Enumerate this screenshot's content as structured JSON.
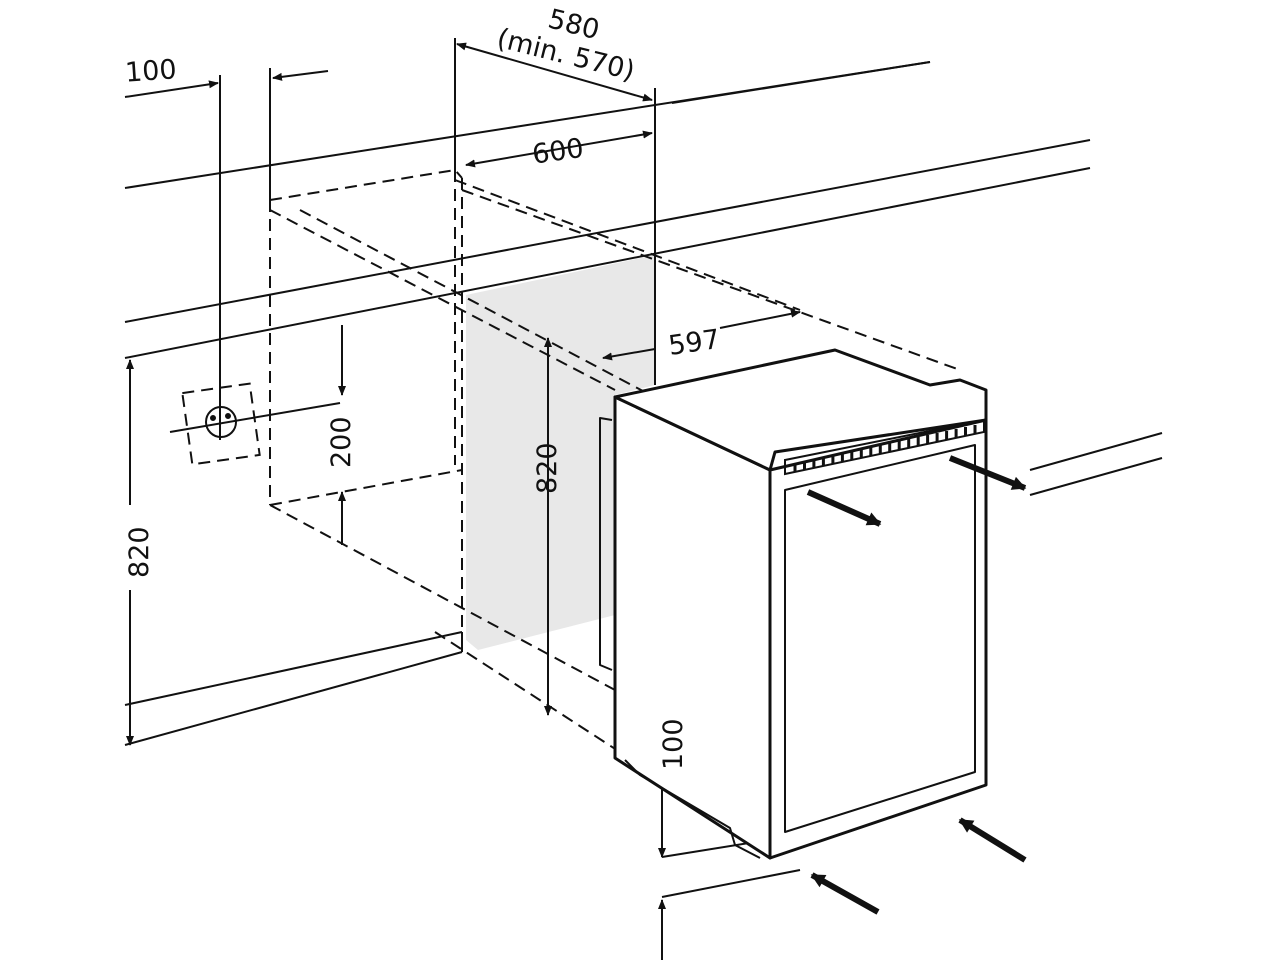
{
  "colors": {
    "line": "#111111",
    "niche_fill": "#e8e8e8",
    "background": "#ffffff"
  },
  "dimensions": {
    "width_580": "580",
    "width_min": "(min. 570)",
    "offset_100_top": "100",
    "width_600": "600",
    "depth_597": "597",
    "socket_200": "200",
    "niche_height_820": "820",
    "left_height_820": "820",
    "plinth_100": "100"
  },
  "icons": {
    "socket": "power-socket-icon",
    "air_outlet": "airflow-out-arrow-icon",
    "air_inlet": "airflow-in-arrow-icon"
  }
}
